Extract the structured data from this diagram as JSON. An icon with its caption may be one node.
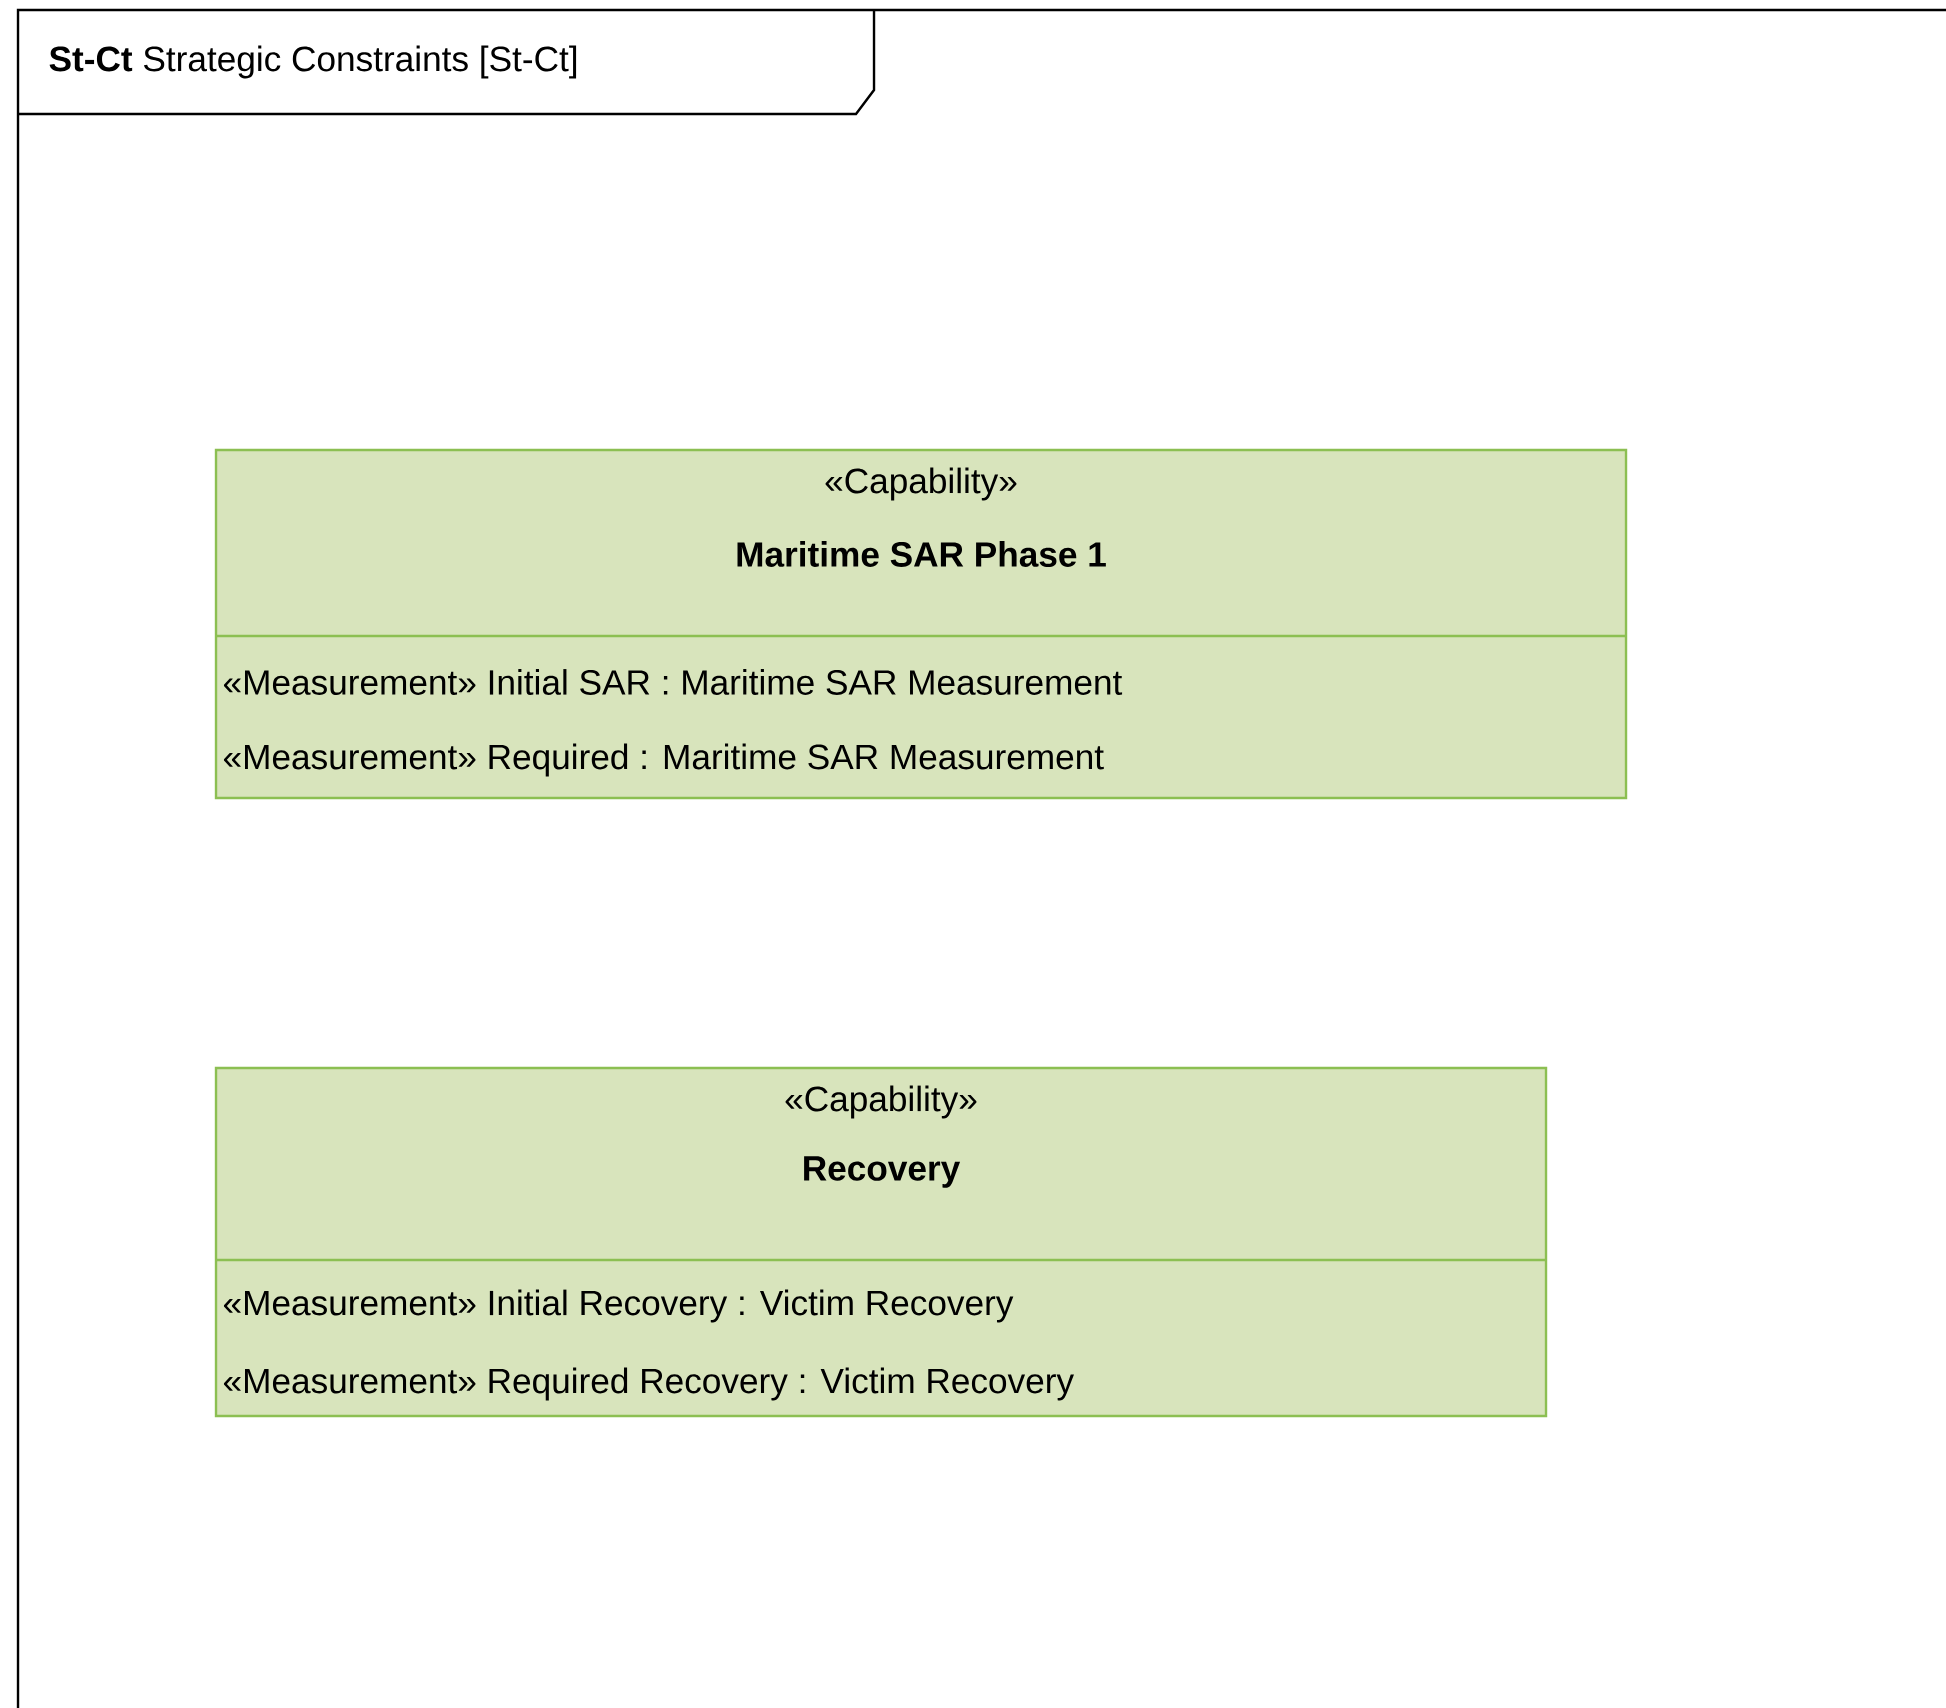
{
  "diagram": {
    "nodes": [
      {
        "text": [
          "**St-Ct** Strategic Constraints [St-Ct]"
        ]
      },
      {
        "text": [
          "«Capability»",
          "Maritime SAR Phase 1",
          "«Measurement» Initial SAR : Maritime SAR Measurement",
          "«Measurement» Required : Maritime SAR Measurement"
        ],
        "in": 0
      },
      {
        "text": [
          "«Capability»",
          "Recovery",
          "«Measurement» Initial Recovery : Victim Recovery",
          "«Measurement» Required Recovery : Victim Recovery"
        ],
        "in": 0
      }
    ]
  }
}
